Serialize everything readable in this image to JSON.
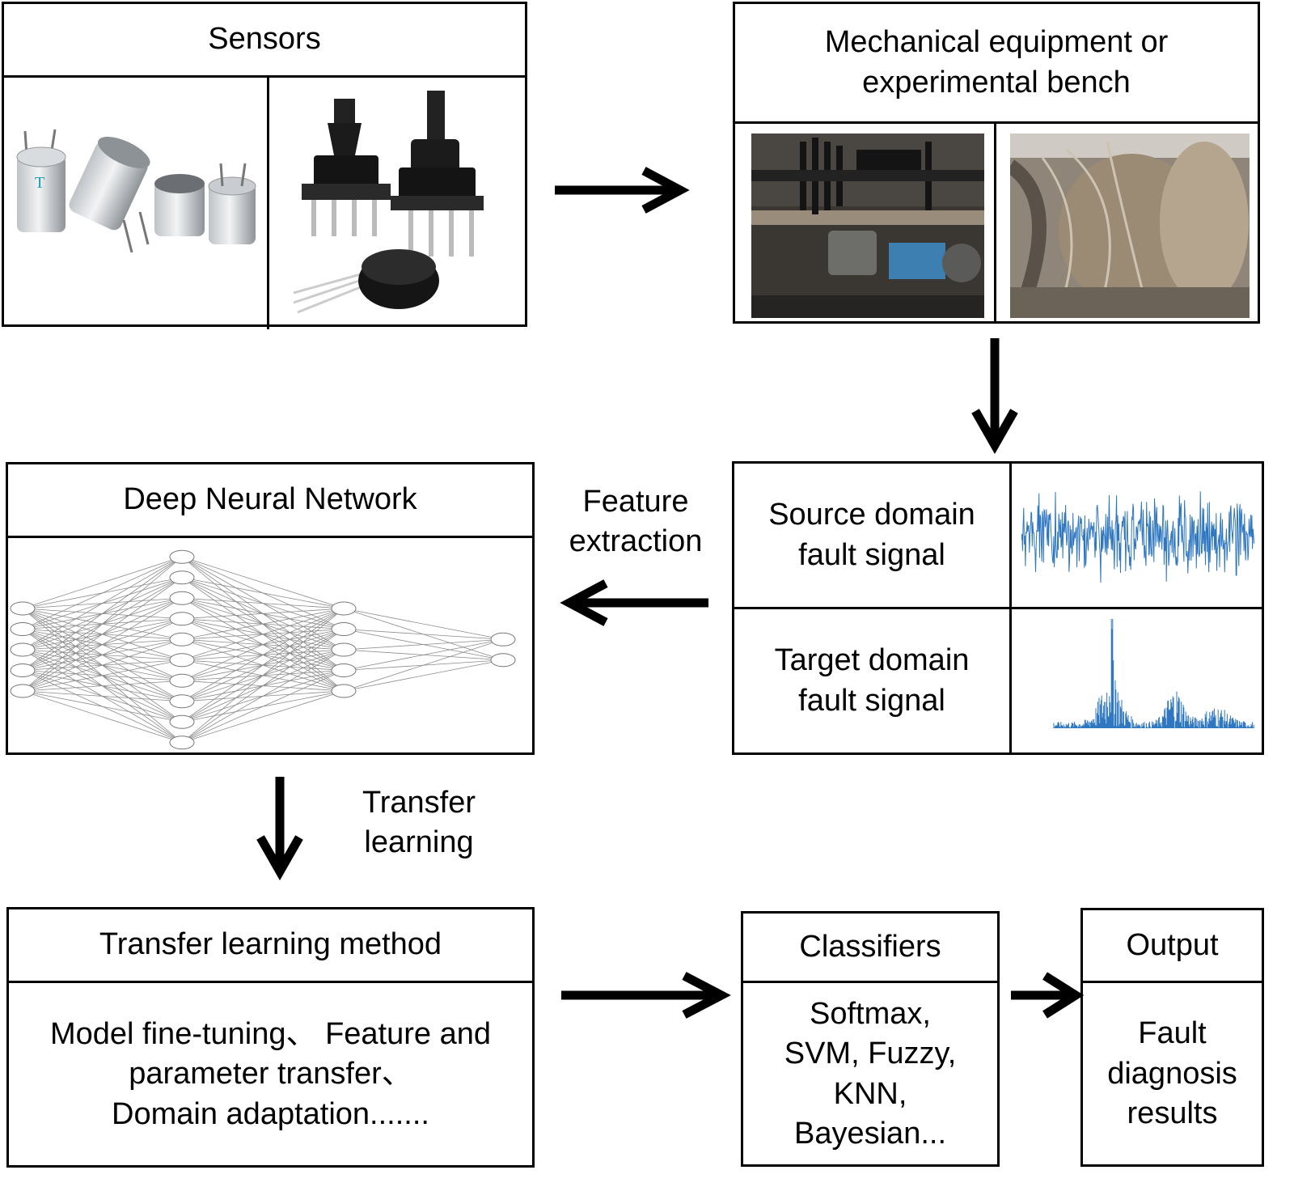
{
  "sensors": {
    "title": "Sensors",
    "left_icon": "ultrasonic-sensors-icon",
    "right_icon": "pressure-sensors-icon"
  },
  "equipment": {
    "title_line1": "Mechanical equipment or",
    "title_line2": "experimental bench",
    "left_icon": "test-bench-photo",
    "right_icon": "aero-engine-photo"
  },
  "signals": {
    "source_line1": "Source domain",
    "source_line2": "fault  signal",
    "target_line1": "Target domain",
    "target_line2": "fault signal",
    "colors": {
      "signal": "#2f77c0"
    }
  },
  "dnn": {
    "title": "Deep Neural Network",
    "layers": [
      5,
      10,
      5,
      2
    ]
  },
  "feature_extraction": {
    "line1": "Feature",
    "line2": "extraction"
  },
  "transfer_label": {
    "line1": "Transfer",
    "line2": "learning"
  },
  "transfer_method": {
    "title": "Transfer learning method",
    "line1": "Model fine-tuning、 Feature and",
    "line2": "parameter transfer、",
    "line3": "Domain adaptation......."
  },
  "classifiers": {
    "title": "Classifiers",
    "line1": "Softmax,",
    "line2": "SVM, Fuzzy,",
    "line3": "KNN,",
    "line4": "Bayesian..."
  },
  "output": {
    "title": "Output",
    "line1": "Fault",
    "line2": "diagnosis",
    "line3": "results"
  }
}
